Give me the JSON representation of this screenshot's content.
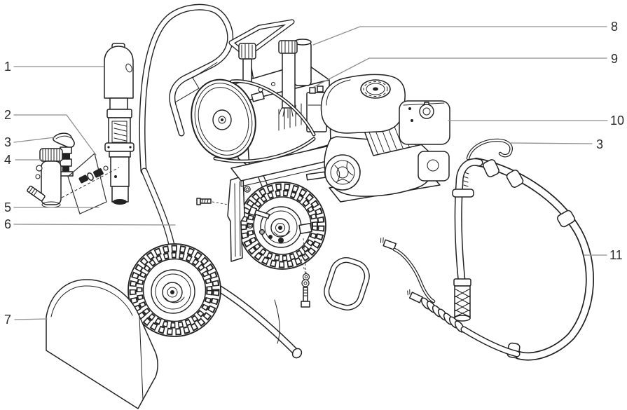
{
  "figure": {
    "type": "exploded-parts-diagram",
    "background": "#ffffff",
    "line_color": "#222222",
    "leader_line_color": "#8f8f8f",
    "label_color": "#2b2b2b"
  },
  "callouts": [
    {
      "label": "1"
    },
    {
      "label": "2"
    },
    {
      "label": "3"
    },
    {
      "label": "4"
    },
    {
      "label": "5"
    },
    {
      "label": "6"
    },
    {
      "label": "7"
    },
    {
      "label": "8"
    },
    {
      "label": "9"
    },
    {
      "label": "10"
    },
    {
      "label": "3"
    },
    {
      "label": "11"
    }
  ]
}
